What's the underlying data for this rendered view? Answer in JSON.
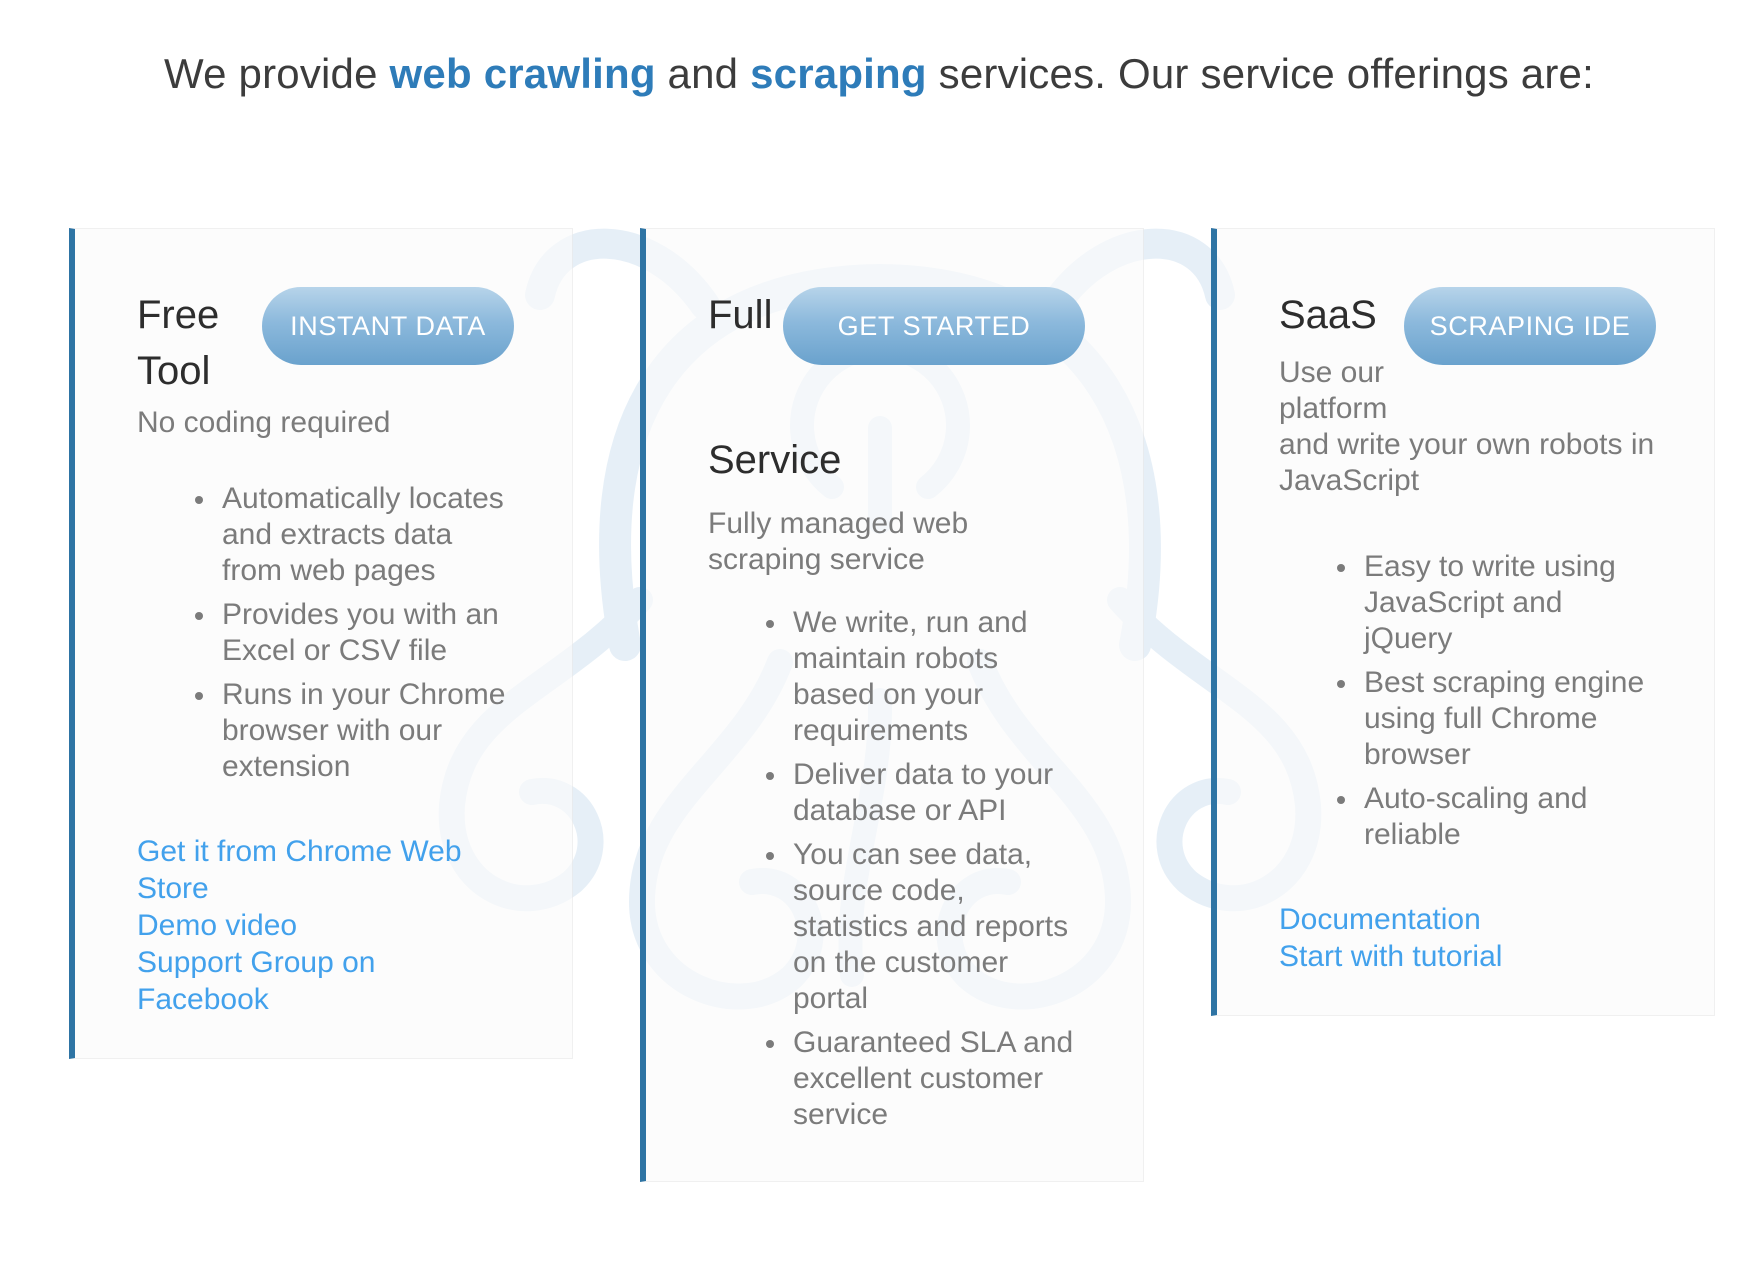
{
  "heading": {
    "pre": "We provide ",
    "highlight1": "web crawling",
    "mid": " and ",
    "highlight2": "scraping",
    "post": " services. Our service offerings are:"
  },
  "cards": [
    {
      "title_line1": "Free",
      "title_line2": "Tool",
      "button": "INSTANT DATA",
      "subtitle": "No coding required",
      "bullets": [
        "Automatically locates and extracts data from web pages",
        "Provides you with an Excel or CSV file",
        "Runs in your Chrome browser with our extension"
      ],
      "links": [
        "Get it from Chrome Web Store",
        "Demo video",
        "Support Group on Facebook"
      ]
    },
    {
      "title_line1": "Full",
      "title_line2": "Service",
      "button": "GET STARTED",
      "subtitle": "Fully managed web scraping service",
      "bullets": [
        "We write, run and maintain robots based on your requirements",
        "Deliver data to your database or API",
        "You can see data, source code, statistics and reports on the customer portal",
        "Guaranteed SLA and excellent customer service"
      ],
      "links": []
    },
    {
      "title_line1": "SaaS",
      "title_line2": "",
      "button": "SCRAPING IDE",
      "subtitle": "Use our platform and write your own robots in JavaScript",
      "bullets": [
        "Easy to write using JavaScript and jQuery",
        "Best scraping engine using full Chrome browser",
        "Auto-scaling and reliable"
      ],
      "links": [
        "Documentation",
        "Start with tutorial"
      ]
    }
  ],
  "icons": {
    "watermark": "octopus-robot-logo-with-power-button"
  },
  "colors": {
    "heading_text": "#3c3c3c",
    "heading_highlight": "#2e7cb9",
    "card_accent_bar": "#2e74a4",
    "card_background": "#fafafb",
    "body_text": "#7b7b7b",
    "title_text": "#2d2d2d",
    "link_blue": "#42a1ec",
    "button_gradient_top": "#b7d4ea",
    "button_gradient_bottom": "#6aa2cd",
    "button_text": "#ffffff",
    "watermark_blue": "#e2edf6"
  }
}
